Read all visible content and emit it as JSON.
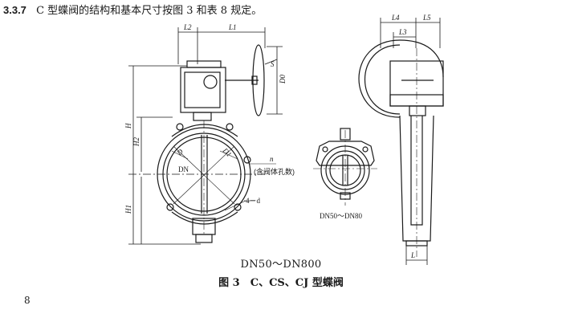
{
  "heading": {
    "number": "3.3.7",
    "text": "C 型蝶阀的结构和基本尺寸按图 3 和表 8 规定。"
  },
  "figure": {
    "labels": {
      "L2": "L2",
      "L1": "L1",
      "S": "S",
      "D0": "D0",
      "H": "H",
      "H2": "H2",
      "H1": "H1",
      "D": "D",
      "D1": "D1",
      "DN": "DN",
      "n": "n",
      "n_note": "(含阀体孔数)",
      "four_d": "4－d",
      "L4": "L4",
      "L5": "L5",
      "L3": "L3",
      "L": "L"
    },
    "small_valve_label": "DN50～DN80",
    "range_label": "DN50～DN800",
    "caption": "图 3　C、CS、CJ 型蝶阀"
  },
  "page_number": "8"
}
